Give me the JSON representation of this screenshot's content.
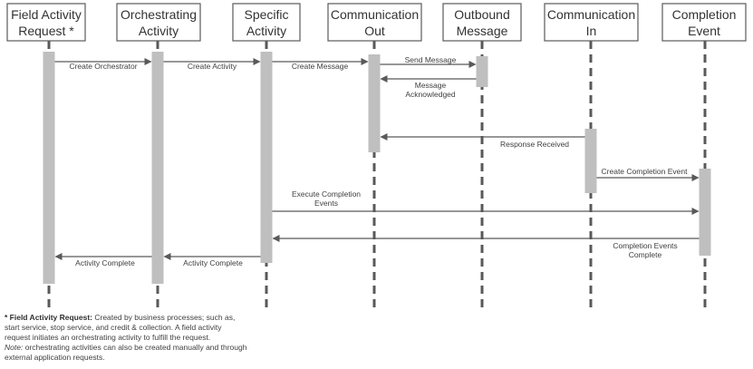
{
  "participants": [
    {
      "id": "far",
      "lines": [
        "Field Activity",
        "Request *"
      ]
    },
    {
      "id": "orch",
      "lines": [
        "Orchestrating",
        "Activity"
      ]
    },
    {
      "id": "spec",
      "lines": [
        "Specific",
        "Activity"
      ]
    },
    {
      "id": "cout",
      "lines": [
        "Communication",
        "Out"
      ]
    },
    {
      "id": "outmsg",
      "lines": [
        "Outbound",
        "Message"
      ]
    },
    {
      "id": "cin",
      "lines": [
        "Communication",
        "In"
      ]
    },
    {
      "id": "compev",
      "lines": [
        "Completion",
        "Event"
      ]
    }
  ],
  "messages": [
    {
      "label": [
        "Create Orchestrator"
      ],
      "from": "far",
      "to": "orch"
    },
    {
      "label": [
        "Create Activity"
      ],
      "from": "orch",
      "to": "spec"
    },
    {
      "label": [
        "Create Message"
      ],
      "from": "spec",
      "to": "cout"
    },
    {
      "label": [
        "Send Message"
      ],
      "from": "cout",
      "to": "outmsg"
    },
    {
      "label": [
        "Message",
        "Acknowledged"
      ],
      "from": "outmsg",
      "to": "cout"
    },
    {
      "label": [
        "Response Received"
      ],
      "from": "cin",
      "to": "cout"
    },
    {
      "label": [
        "Create Completion Event"
      ],
      "from": "cin",
      "to": "compev"
    },
    {
      "label": [
        "Execute Completion",
        "Events"
      ],
      "from": "spec",
      "to": "compev"
    },
    {
      "label": [
        "Completion Events",
        "Complete"
      ],
      "from": "compev",
      "to": "spec"
    },
    {
      "label": [
        "Activity Complete"
      ],
      "from": "spec",
      "to": "orch"
    },
    {
      "label": [
        "Activity Complete"
      ],
      "from": "orch",
      "to": "far"
    }
  ],
  "footnote": {
    "title": "* Field Activity Request:",
    "body": " Created by business processes; such as, start service, stop service, and credit & collection. A field activity request initiates an orchestrating activity to fulfill the request.",
    "note_label": "Note:",
    "note_body": " orchestrating activities can also be created manually and through external application requests."
  },
  "colors": {
    "header_border": "#595959",
    "lifeline": "#595959",
    "activation": "#bfbfbf",
    "arrow": "#595959"
  }
}
